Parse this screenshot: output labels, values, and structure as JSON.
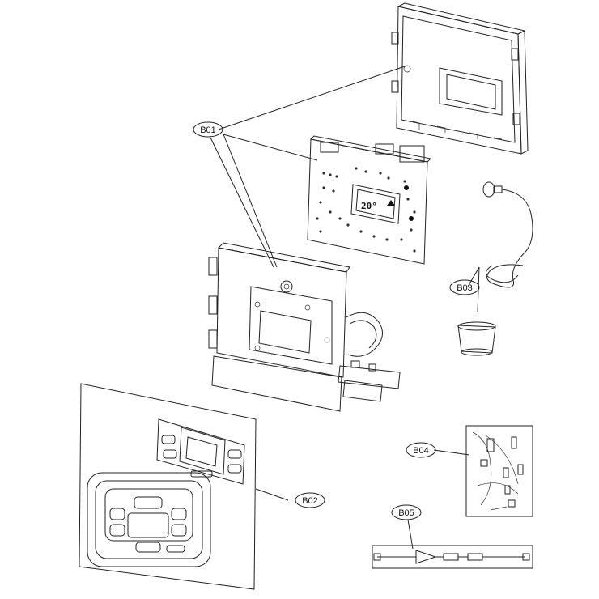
{
  "callouts": {
    "b01": "B01",
    "b02": "B02",
    "b03": "B03",
    "b04": "B04",
    "b05": "B05"
  },
  "pcb_display": {
    "reading": "20°"
  }
}
